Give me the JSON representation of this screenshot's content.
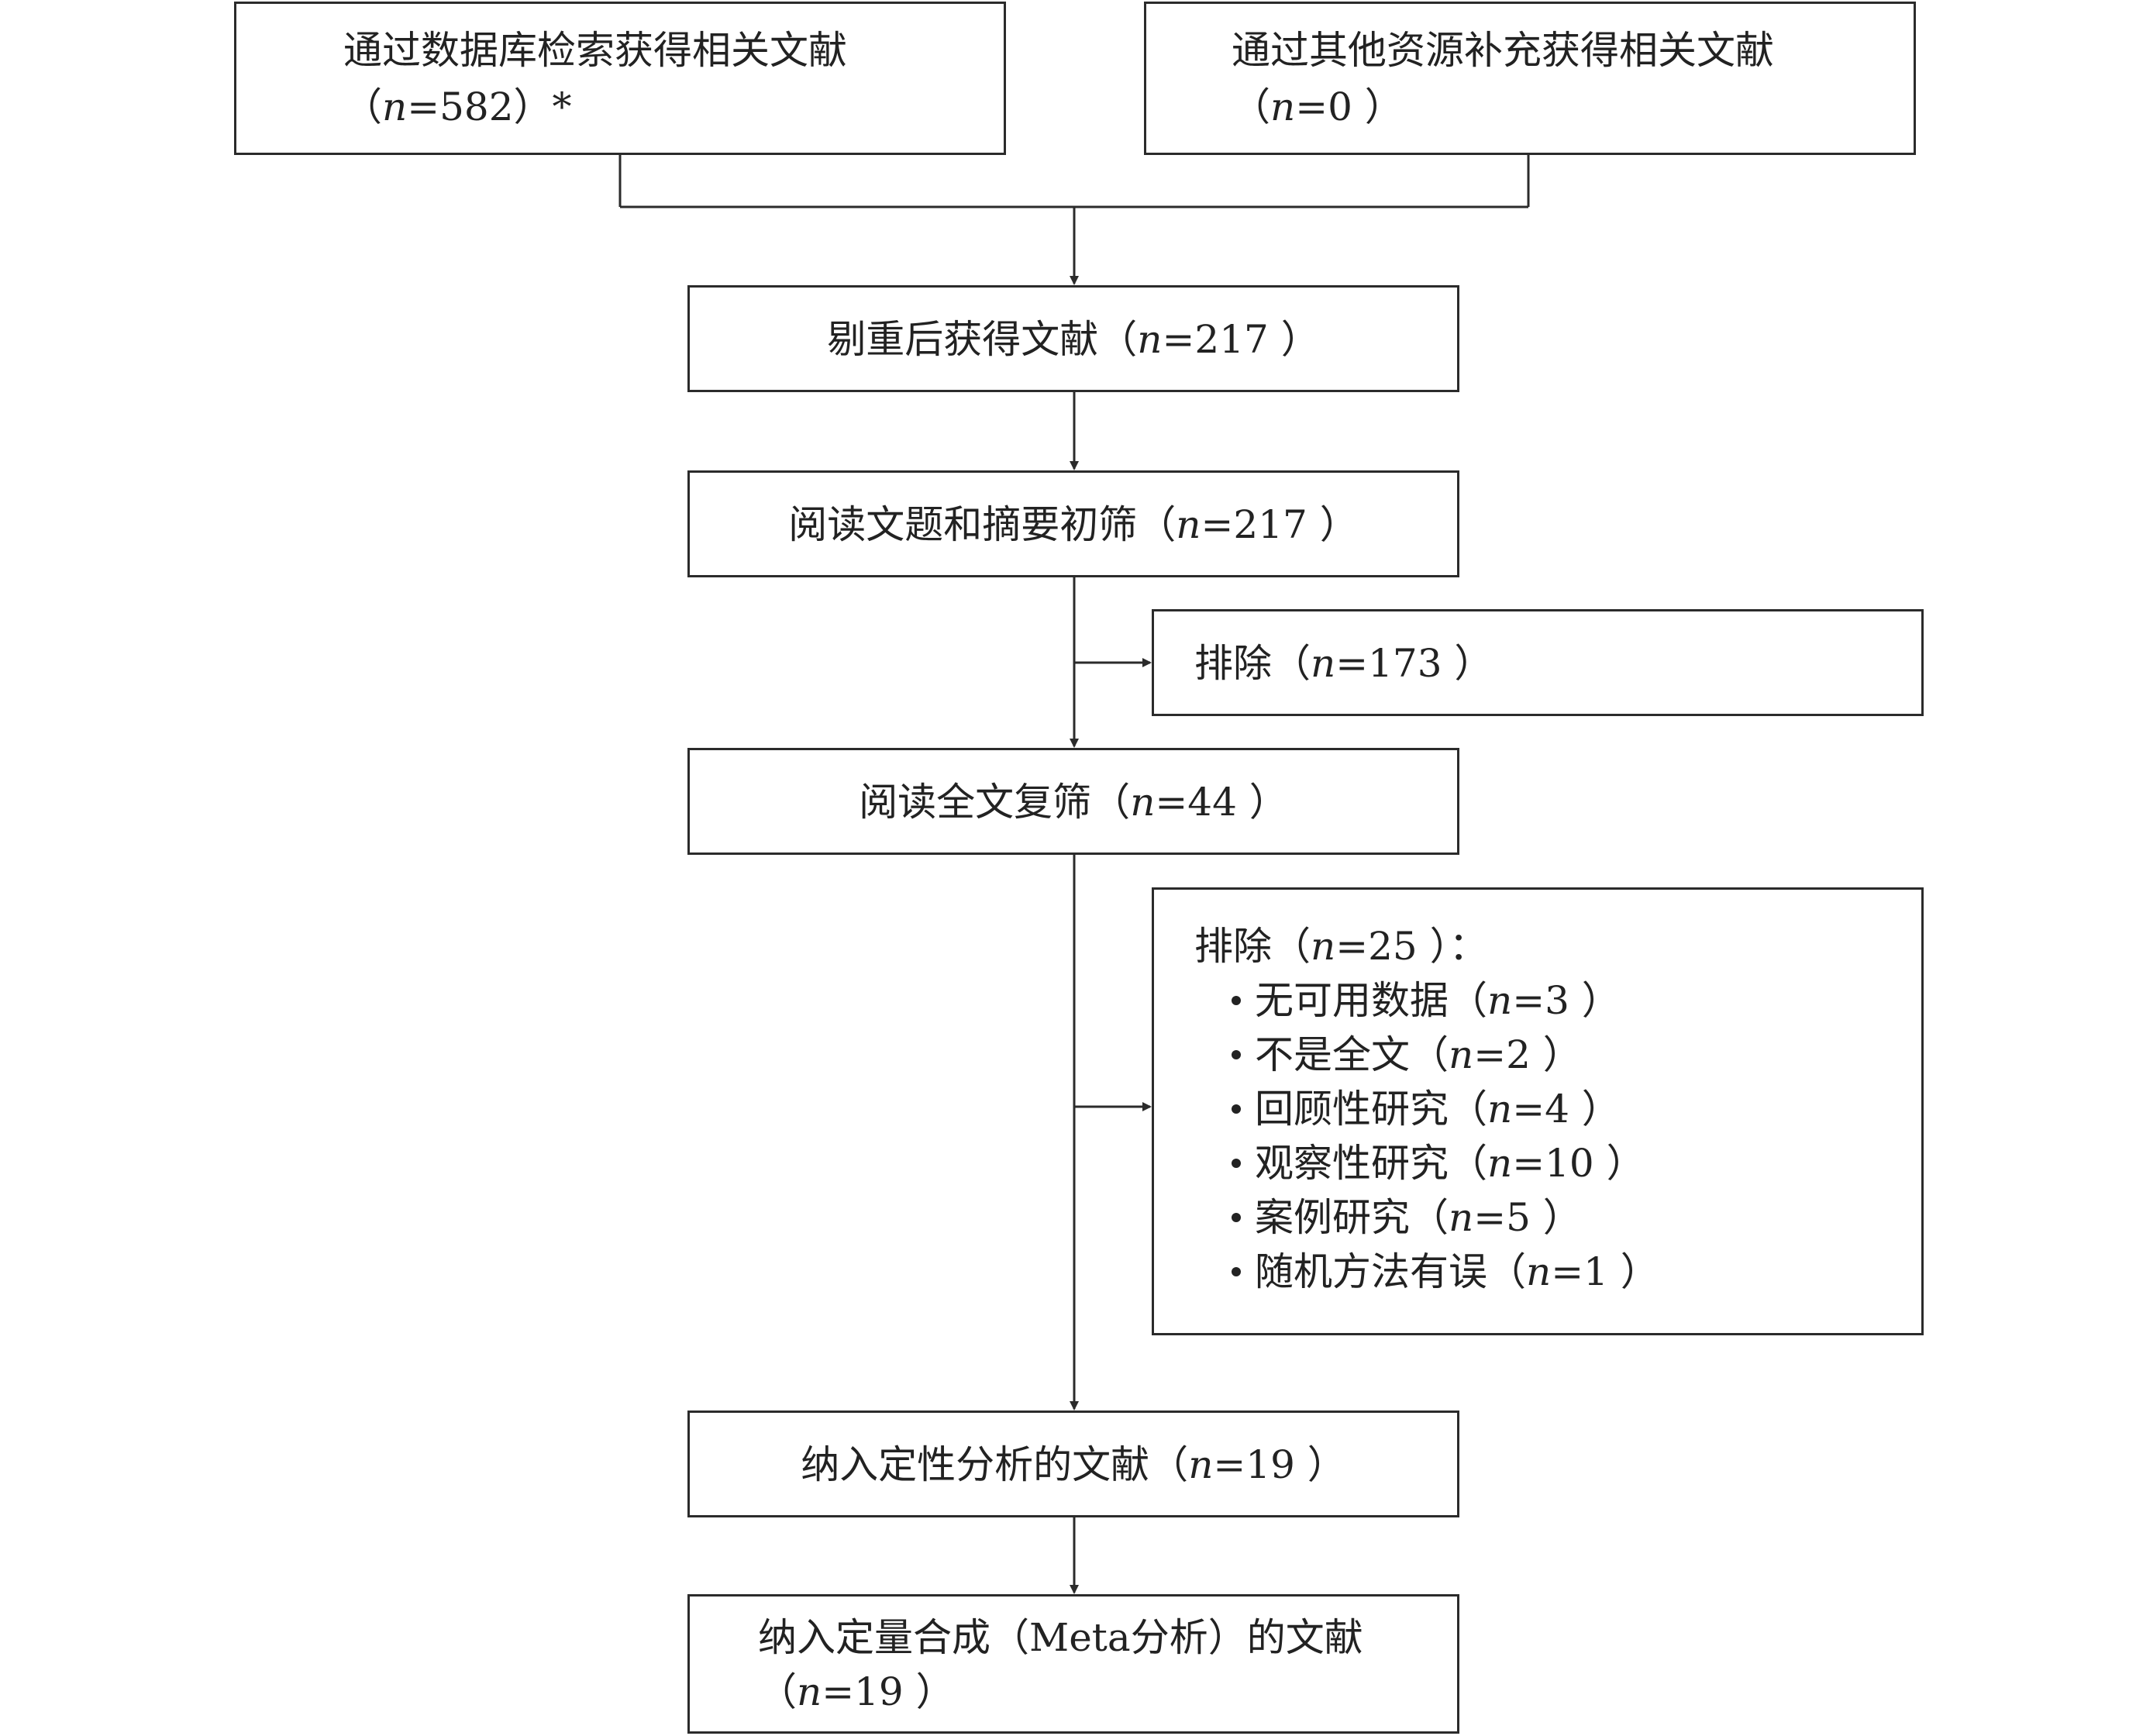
{
  "box_db": {
    "line1": "通过数据库检索获得相关文献",
    "line2_open": "（",
    "n": "n",
    "line2_rest": "=582）*"
  },
  "box_other": {
    "line1": "通过其他资源补充获得相关文献",
    "line2_open": "（",
    "n": "n",
    "line2_rest": "=0 ）"
  },
  "box_dedup": {
    "label": "剔重后获得文献（",
    "n": "n",
    "rest": "=217 ）"
  },
  "box_title": {
    "label": "阅读文题和摘要初筛（",
    "n": "n",
    "rest": "=217 ）"
  },
  "box_excl1": {
    "label": "排除（",
    "n": "n",
    "rest": "=173 ）"
  },
  "box_full": {
    "label": "阅读全文复筛（",
    "n": "n",
    "rest": "=44 ）"
  },
  "box_excl2": {
    "header_label": "排除（",
    "header_n": "n",
    "header_rest": "=25 ）：",
    "items": [
      {
        "label": "无可用数据（",
        "n": "n",
        "rest": "=3 ）"
      },
      {
        "label": "不是全文（",
        "n": "n",
        "rest": "=2 ）"
      },
      {
        "label": "回顾性研究（",
        "n": "n",
        "rest": "=4 ）"
      },
      {
        "label": "观察性研究（",
        "n": "n",
        "rest": "=10 ）"
      },
      {
        "label": "案例研究（",
        "n": "n",
        "rest": "=5 ）"
      },
      {
        "label": "随机方法有误（",
        "n": "n",
        "rest": "=1 ）"
      }
    ]
  },
  "box_qual": {
    "label": "纳入定性分析的文献（",
    "n": "n",
    "rest": "=19 ）"
  },
  "box_meta": {
    "line1": "纳入定量合成（Meta分析）的文献",
    "line2_open": "（",
    "n": "n",
    "line2_rest": "=19 ）"
  },
  "colors": {
    "line": "#2b2b2b",
    "text": "#222222",
    "background": "#ffffff"
  }
}
